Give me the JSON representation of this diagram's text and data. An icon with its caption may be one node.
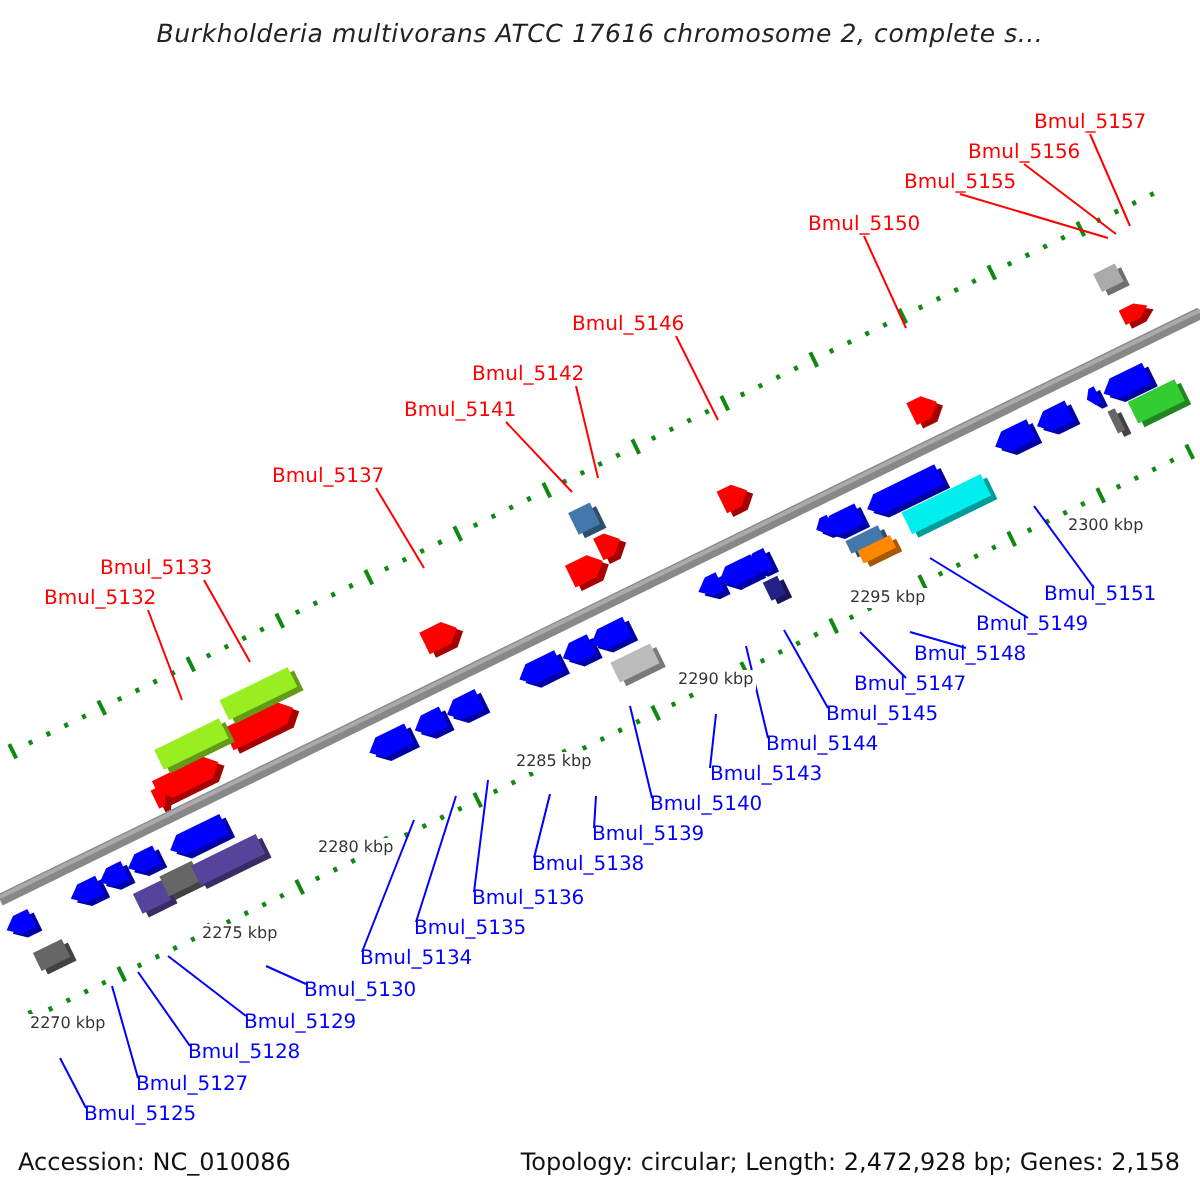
{
  "diagram": {
    "title": "Burkholderia multivorans ATCC 17616 chromosome 2, complete s...",
    "nodes": [
      {
        "text": [
          "Bmul_5157"
        ]
      },
      {
        "text": [
          "Bmul_5156"
        ]
      },
      {
        "text": [
          "Bmul_5155"
        ]
      },
      {
        "text": [
          "Bmul_5150"
        ]
      },
      {
        "text": [
          "Bmul_5146"
        ]
      },
      {
        "text": [
          "Bmul_5142"
        ]
      },
      {
        "text": [
          "Bmul_5141"
        ]
      },
      {
        "text": [
          "Bmul_5137"
        ]
      },
      {
        "text": [
          "Bmul_5133"
        ]
      },
      {
        "text": [
          "Bmul_5132"
        ]
      },
      {
        "text": [
          "Bmul_5151"
        ]
      },
      {
        "text": [
          "Bmul_5149"
        ]
      },
      {
        "text": [
          "Bmul_5148"
        ]
      },
      {
        "text": [
          "Bmul_5147"
        ]
      },
      {
        "text": [
          "Bmul_5145"
        ]
      },
      {
        "text": [
          "Bmul_5144"
        ]
      },
      {
        "text": [
          "Bmul_5143"
        ]
      },
      {
        "text": [
          "Bmul_5140"
        ]
      },
      {
        "text": [
          "Bmul_5139"
        ]
      },
      {
        "text": [
          "Bmul_5138"
        ]
      },
      {
        "text": [
          "Bmul_5136"
        ]
      },
      {
        "text": [
          "Bmul_5135"
        ]
      },
      {
        "text": [
          "Bmul_5134"
        ]
      },
      {
        "text": [
          "Bmul_5130"
        ]
      },
      {
        "text": [
          "Bmul_5129"
        ]
      },
      {
        "text": [
          "Bmul_5128"
        ]
      },
      {
        "text": [
          "Bmul_5127"
        ]
      },
      {
        "text": [
          "Bmul_5125"
        ]
      }
    ],
    "edges": [
      {
        "from": 0,
        "to": null,
        "arrow": "none",
        "color": "#ff0000"
      },
      {
        "from": 1,
        "to": null,
        "arrow": "none",
        "color": "#ff0000"
      },
      {
        "from": 2,
        "to": null,
        "arrow": "none",
        "color": "#ff0000"
      },
      {
        "from": 3,
        "to": null,
        "arrow": "none",
        "color": "#ff0000"
      },
      {
        "from": 4,
        "to": null,
        "arrow": "none",
        "color": "#ff0000"
      },
      {
        "from": 5,
        "to": null,
        "arrow": "none",
        "color": "#ff0000"
      },
      {
        "from": 6,
        "to": null,
        "arrow": "none",
        "color": "#ff0000"
      },
      {
        "from": 7,
        "to": null,
        "arrow": "none",
        "color": "#ff0000"
      },
      {
        "from": 8,
        "to": null,
        "arrow": "none",
        "color": "#ff0000"
      },
      {
        "from": 9,
        "to": null,
        "arrow": "none",
        "color": "#ff0000"
      },
      {
        "from": 10,
        "to": null,
        "arrow": "none"
      },
      {
        "from": 11,
        "to": null,
        "arrow": "none"
      },
      {
        "from": 12,
        "to": null,
        "arrow": "none"
      },
      {
        "from": 13,
        "to": null,
        "arrow": "none"
      },
      {
        "from": 14,
        "to": null,
        "arrow": "none"
      },
      {
        "from": 15,
        "to": null,
        "arrow": "none"
      },
      {
        "from": 16,
        "to": null,
        "arrow": "none"
      },
      {
        "from": 17,
        "to": null,
        "arrow": "none"
      },
      {
        "from": 18,
        "to": null,
        "arrow": "none"
      },
      {
        "from": 19,
        "to": null,
        "arrow": "none"
      },
      {
        "from": 20,
        "to": null,
        "arrow": "none"
      },
      {
        "from": 21,
        "to": null,
        "arrow": "none"
      },
      {
        "from": 22,
        "to": null,
        "arrow": "none"
      },
      {
        "from": 23,
        "to": null,
        "arrow": "none"
      },
      {
        "from": 24,
        "to": null,
        "arrow": "none"
      },
      {
        "from": 25,
        "to": null,
        "arrow": "none"
      },
      {
        "from": 26,
        "to": null,
        "arrow": "none"
      },
      {
        "from": 27,
        "to": null,
        "arrow": "none"
      }
    ],
    "labels": [
      "2300 kbp",
      "2295 kbp",
      "2290 kbp",
      "2285 kbp",
      "2280 kbp",
      "2275 kbp",
      "2270 kbp",
      "Accession: NC_010086",
      "Topology: circular; Length: 2,472,928 bp; Genes: 2,158"
    ]
  }
}
